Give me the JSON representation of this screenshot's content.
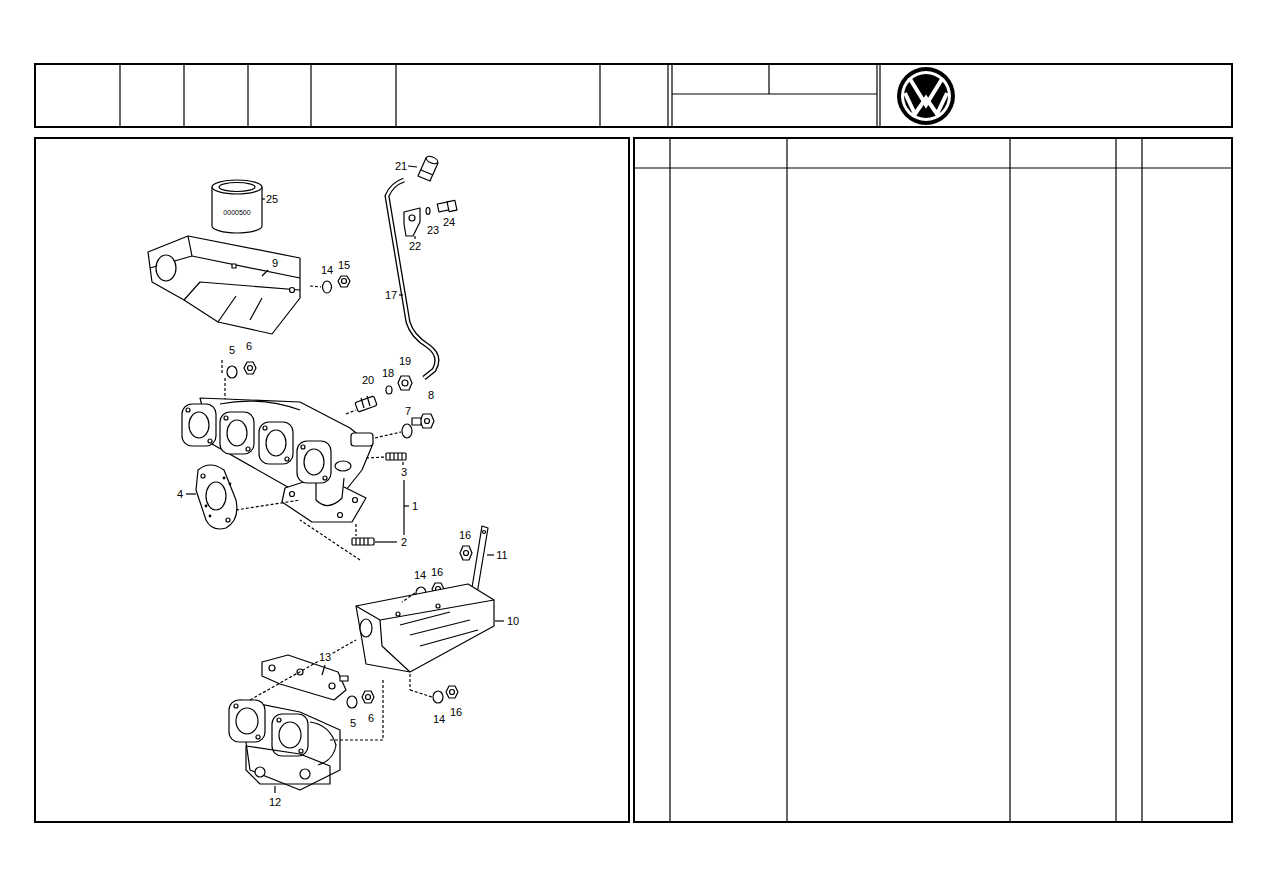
{
  "diagram": {
    "labels": [
      "21",
      "25",
      "0000500",
      "24",
      "23",
      "22",
      "9",
      "14",
      "15",
      "17",
      "5",
      "6",
      "20",
      "18",
      "19",
      "8",
      "7",
      "3",
      "4",
      "1",
      "2",
      "16",
      "11",
      "14",
      "16",
      "10",
      "13",
      "5",
      "6",
      "14",
      "16",
      "12"
    ]
  }
}
